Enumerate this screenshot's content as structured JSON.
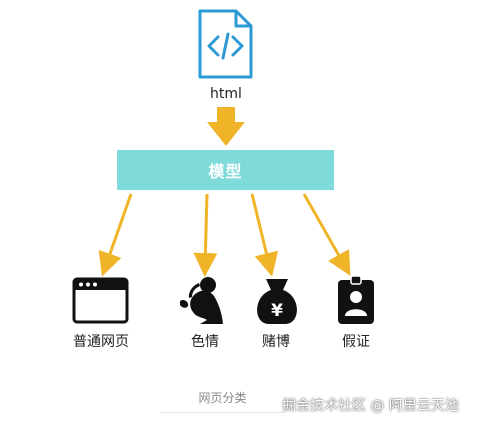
{
  "source": {
    "label": "html",
    "icon": "code-file-icon"
  },
  "model": {
    "label": "模型"
  },
  "categories": [
    {
      "label": "普通网页",
      "icon": "browser-window-icon"
    },
    {
      "label": "色情",
      "icon": "silhouette-figure-icon"
    },
    {
      "label": "赌博",
      "icon": "money-bag-icon"
    },
    {
      "label": "假证",
      "icon": "id-badge-icon"
    }
  ],
  "caption": "网页分类",
  "watermark": "掘金技术社区 @ 阿里云天池",
  "colors": {
    "arrow": "#f0b429",
    "model_box": "#7fdada",
    "file_icon": "#2b9ad3",
    "icon": "#111111"
  }
}
